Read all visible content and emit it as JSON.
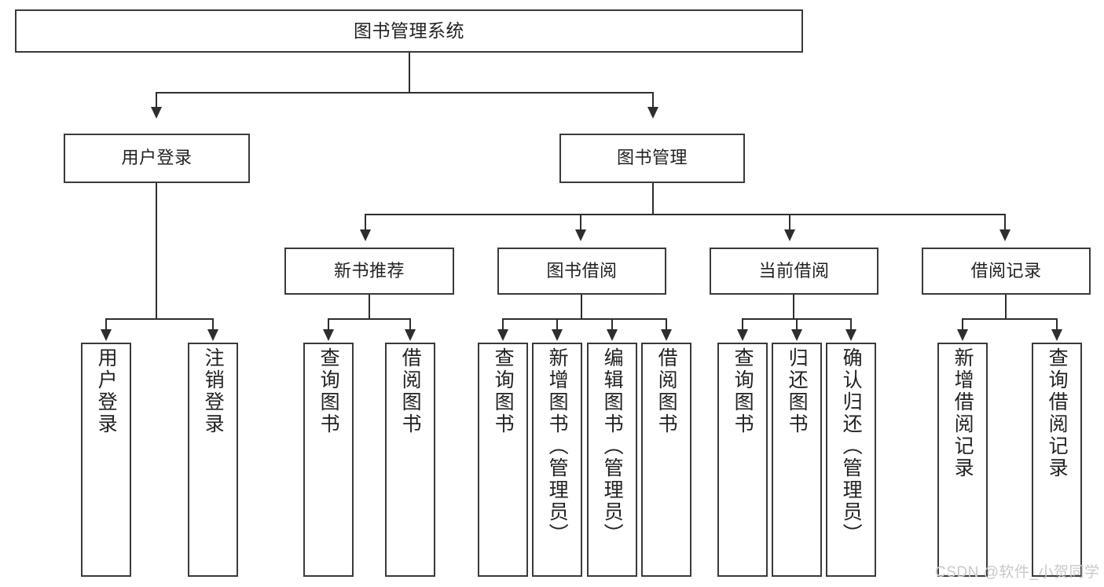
{
  "diagram": {
    "title": "图书管理系统",
    "type": "tree",
    "watermark": "CSDN @软件_小贺同学",
    "colors": {
      "box_border": "#3a3a3a",
      "connector": "#2e2e2e",
      "background": "#ffffff",
      "text": "#222222",
      "watermark": "#c9c9c9"
    },
    "nodes": {
      "root": {
        "label": "图书管理系统"
      },
      "level2": [
        {
          "label": "用户登录"
        },
        {
          "label": "图书管理"
        }
      ],
      "level3": [
        {
          "label": "新书推荐"
        },
        {
          "label": "图书借阅"
        },
        {
          "label": "当前借阅"
        },
        {
          "label": "借阅记录"
        }
      ],
      "leaves": {
        "user_login": [
          {
            "label": "用户登录"
          },
          {
            "label": "注销登录"
          }
        ],
        "new_book_recommend": [
          {
            "label": "查询图书"
          },
          {
            "label": "借阅图书"
          }
        ],
        "book_borrow": [
          {
            "label": "查询图书"
          },
          {
            "label": "新增图书（管理员）"
          },
          {
            "label": "编辑图书（管理员）"
          },
          {
            "label": "借阅图书"
          }
        ],
        "current_borrow": [
          {
            "label": "查询图书"
          },
          {
            "label": "归还图书"
          },
          {
            "label": "确认归还（管理员）"
          }
        ],
        "borrow_record": [
          {
            "label": "新增借阅记录"
          },
          {
            "label": "查询借阅记录"
          }
        ]
      }
    }
  }
}
